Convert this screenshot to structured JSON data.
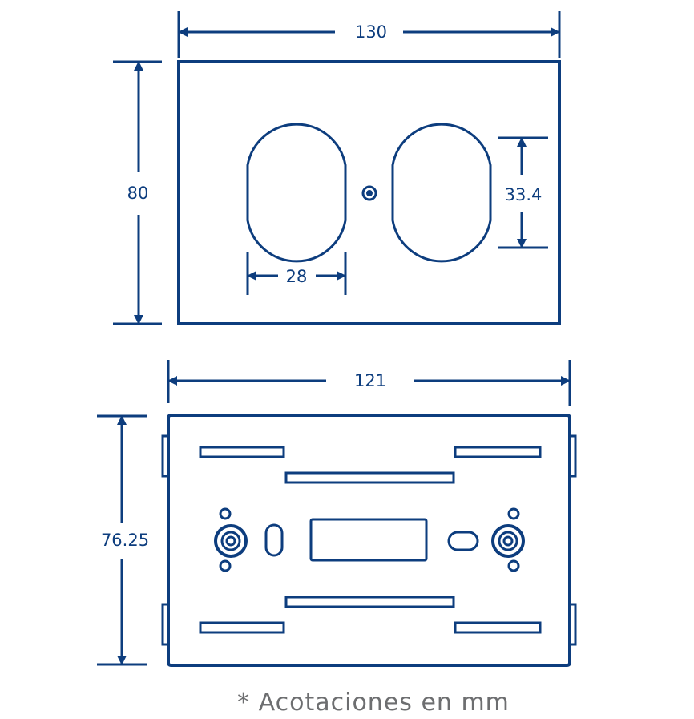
{
  "colors": {
    "line": "#0d3d7e",
    "note": "#6d6e70",
    "background": "#ffffff"
  },
  "faceplate": {
    "width_label": "130",
    "height_label": "80",
    "opening_width_label": "28",
    "opening_height_label": "33.4"
  },
  "mounting_plate": {
    "width_label": "121",
    "height_label": "76.25"
  },
  "note": "* Acotaciones en mm"
}
